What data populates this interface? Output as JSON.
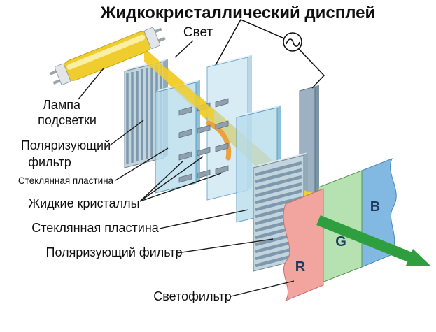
{
  "title": "Жидкокристаллический дисплей",
  "labels": {
    "light": "Свет",
    "lamp_line1": "Лампа",
    "lamp_line2": "подсветки",
    "polarizer1_line1": "Поляризующий",
    "polarizer1_line2": "фильтр",
    "glass_plate_small": "Стеклянная пластина",
    "liquid_crystals": "Жидкие кристаллы",
    "glass_plate": "Стеклянная пластина",
    "polarizer2": "Поляризующий фильтр",
    "color_filter": "Светофильтр"
  },
  "color_filter_bands": {
    "r": "R",
    "g": "G",
    "b": "B"
  },
  "icons": {
    "ac_source": "sine-wave-in-circle"
  },
  "colors": {
    "beam_yellow": "#f2ce2e",
    "arrow_green": "#2f9e3e",
    "band_r": "#f2a49e",
    "band_g": "#b5e2b0",
    "band_b": "#82b9e2",
    "glass_blue": "#b8dcec",
    "polarizer_gray": "#c2d4de",
    "lamp_yellow": "#f0cd2e"
  }
}
